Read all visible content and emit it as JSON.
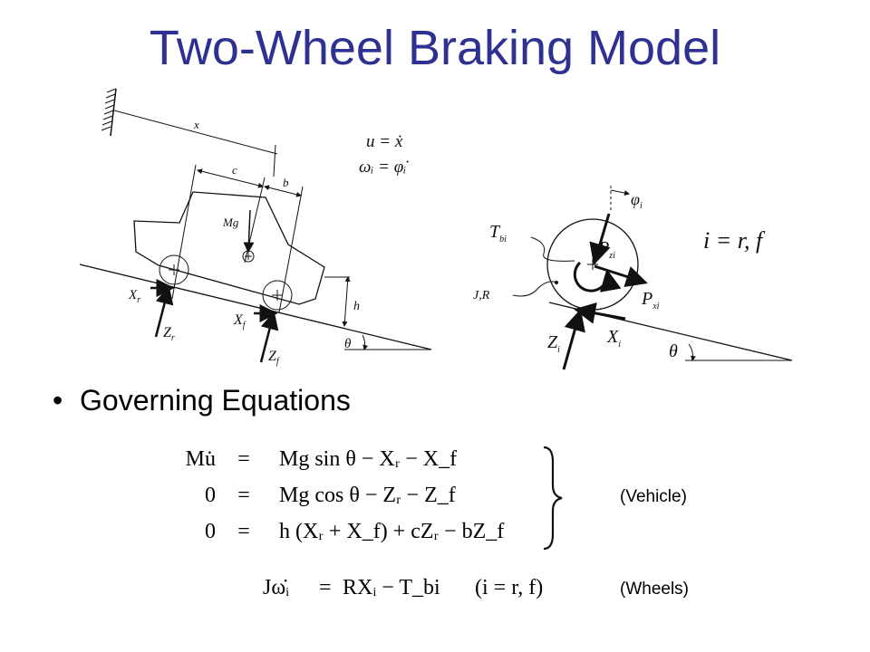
{
  "title": "Two-Wheel Braking Model",
  "bullet": "Governing Equations",
  "diagram": {
    "car_labels": {
      "x": "x",
      "c": "c",
      "b": "b",
      "Mg": "Mg",
      "h": "h",
      "theta": "θ",
      "Xr": "X",
      "Xr_sub": "r",
      "Zr": "Z",
      "Zr_sub": "r",
      "Xf": "X",
      "Xf_sub": "f",
      "Zf": "Z",
      "Zf_sub": "f"
    },
    "kinematics": {
      "line1": "u = ẋ",
      "line2": "ωᵢ = φ̇ᵢ"
    },
    "wheel_labels": {
      "phi": "φ",
      "phi_sub": "i",
      "Tbi": "T",
      "Tbi_sub": "bi",
      "JR": "J,R",
      "Pzi": "P",
      "Pzi_sub": "zi",
      "Pxi": "P",
      "Pxi_sub": "xi",
      "Zi": "Z",
      "Zi_sub": "i",
      "Xi": "X",
      "Xi_sub": "i",
      "theta": "θ",
      "index": "i = r, f"
    }
  },
  "equations": {
    "vehicle": [
      {
        "lhs": "Mu̇",
        "op": "=",
        "rhs": "Mg sin θ − Xᵣ − X_f"
      },
      {
        "lhs": "0",
        "op": "=",
        "rhs": "Mg cos θ − Zᵣ − Z_f"
      },
      {
        "lhs": "0",
        "op": "=",
        "rhs": "h (Xᵣ + X_f) + cZᵣ − bZ_f"
      }
    ],
    "vehicle_note": "(Vehicle)",
    "wheels": {
      "lhs": "Jω̇ᵢ",
      "op": "=",
      "rhs": "RXᵢ − T_bi",
      "cond": "(i = r, f)"
    },
    "wheels_note": "(Wheels)"
  }
}
